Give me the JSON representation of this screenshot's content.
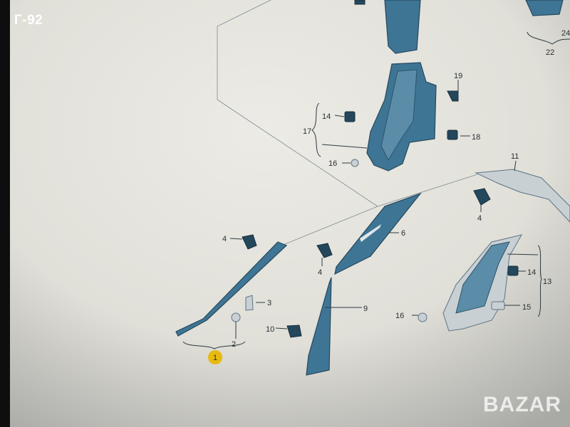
{
  "overlay_code": "Г-92",
  "watermark": "BAZAR",
  "callouts": {
    "c24": "24",
    "c22": "22",
    "c19": "19",
    "c14a": "14",
    "c17": "17",
    "c18": "18",
    "c16a": "16",
    "c11": "11",
    "c4a": "4",
    "c4b": "4",
    "c6": "6",
    "c4c": "4",
    "c3": "3",
    "c9": "9",
    "c14b": "14",
    "c13": "13",
    "c15": "15",
    "c16b": "16",
    "c10": "10",
    "c2": "2",
    "c1": "1"
  },
  "colors": {
    "part": "#3f7594",
    "highlight": "#e8b90f",
    "screen": "#e4e3dc"
  }
}
